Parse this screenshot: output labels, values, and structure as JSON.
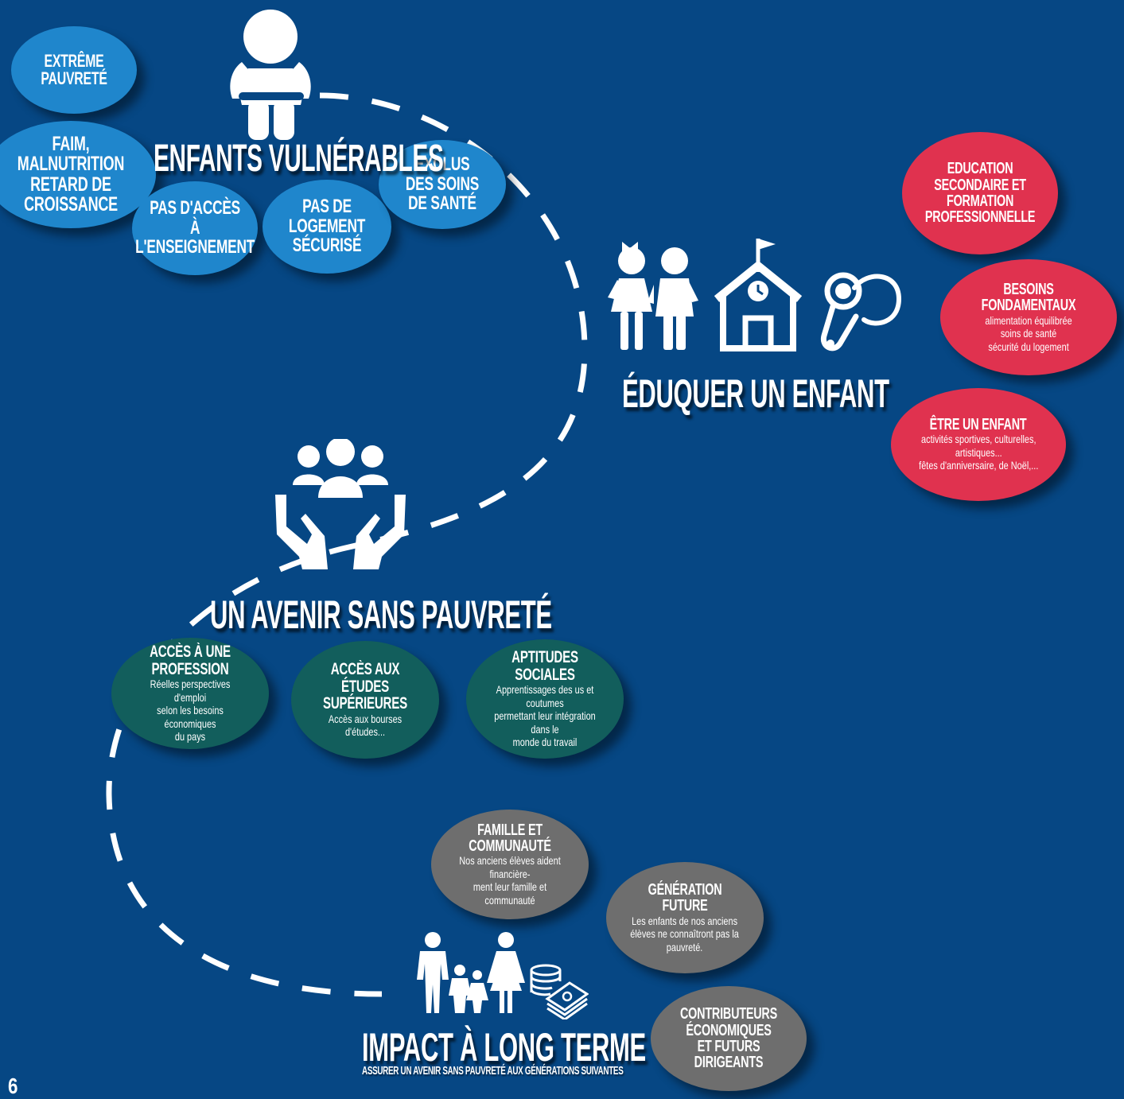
{
  "page_number": "6",
  "sections": {
    "vulnerable": {
      "title": "ENFANTS VULNÉRABLES",
      "bubbles": {
        "extreme": "EXTRÊME PAUVRETÉ",
        "faim": "FAIM, MALNUTRITION\nRETARD DE CROISSANCE",
        "enseignement": "PAS D'ACCÈS\nÀ L'ENSEIGNEMENT",
        "logement": "PAS DE LOGEMENT\nSÉCURISÉ",
        "soins": "EXCLUS DES SOINS\nDE SANTÉ"
      }
    },
    "educate": {
      "title": "ÉDUQUER UN ENFANT",
      "bubbles": {
        "secondary": {
          "title": "EDUCATION SECONDAIRE ET\nFORMATION PROFESSIONNELLE"
        },
        "needs": {
          "title": "BESOINS FONDAMENTAUX",
          "text": "alimentation équilibrée\nsoins de santé\nsécurité du logement"
        },
        "child": {
          "title": "ÊTRE UN ENFANT",
          "text": "activités sportives, culturelles,\nartistiques...\nfêtes d'anniversaire, de Noël,..."
        }
      }
    },
    "future": {
      "title": "UN AVENIR SANS PAUVRETÉ",
      "bubbles": {
        "profession": {
          "title": "ACCÈS À UNE PROFESSION",
          "text": "Réelles perspectives d'emploi\nselon les besoins économiques\ndu pays"
        },
        "studies": {
          "title": "ACCÈS AUX ÉTUDES\nSUPÉRIEURES",
          "text": "Accès aux bourses d'études..."
        },
        "social": {
          "title": "APTITUDES SOCIALES",
          "text": "Apprentissages des us et coutumes\npermettant leur intégration dans le\nmonde du travail"
        }
      }
    },
    "impact": {
      "title": "IMPACT À LONG TERME",
      "subtitle": "ASSURER UN AVENIR SANS PAUVRETÉ AUX GÉNÉRATIONS SUIVANTES",
      "bubbles": {
        "family": {
          "title": "FAMILLE ET COMMUNAUTÉ",
          "text": "Nos anciens élèves aident financière-\nment leur famille et communauté"
        },
        "generation": {
          "title": "GÉNÉRATION FUTURE",
          "text": "Les enfants de nos anciens\nélèves ne connaîtront pas la\npauvreté."
        },
        "economic": {
          "title": "CONTRIBUTEURS ÉCONOMIQUES\nET FUTURS DIRIGEANTS"
        }
      }
    }
  },
  "colors": {
    "background": "#064784",
    "blue_bubble": "#1f86cc",
    "red_bubble": "#e0324f",
    "green_bubble": "#125e5c",
    "grey_bubble": "#6e6e6e",
    "text": "#ffffff"
  },
  "icons": [
    "sad-child-icon",
    "children-icon",
    "school-icon",
    "stethoscope-icon",
    "hands-community-icon",
    "family-icon",
    "coins-icon"
  ]
}
